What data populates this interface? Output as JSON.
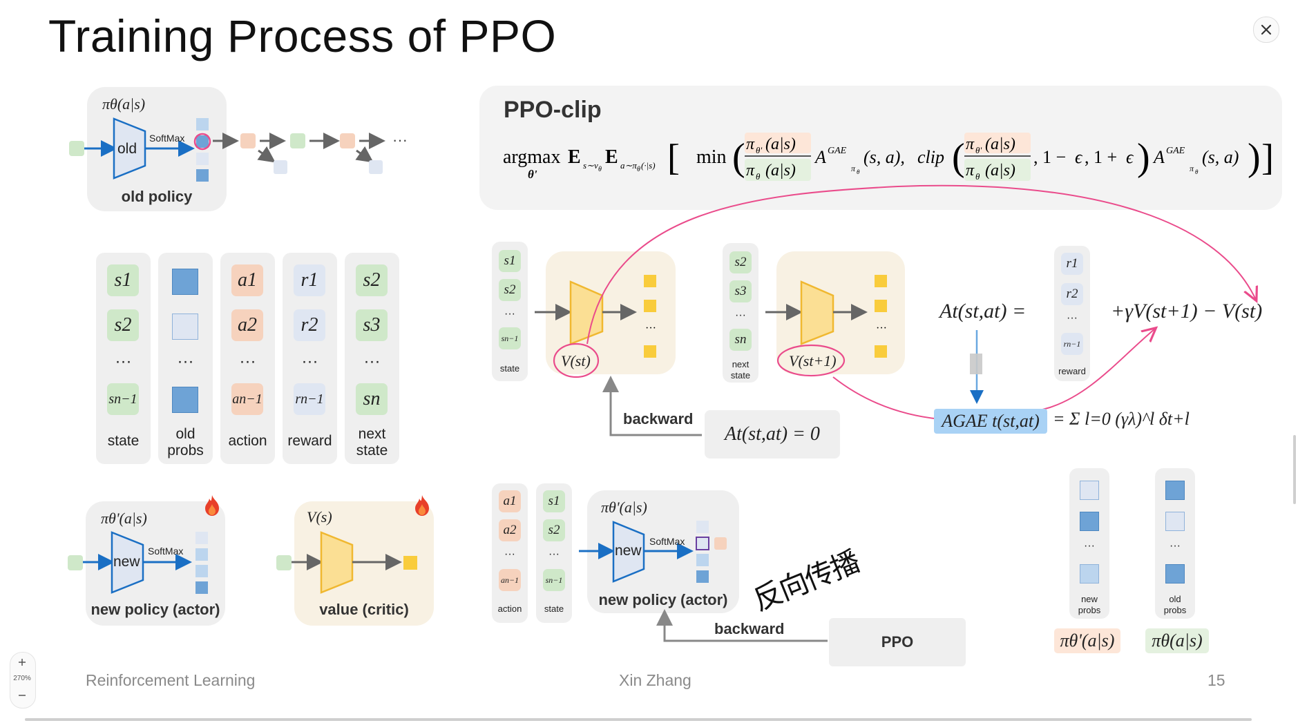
{
  "slide": {
    "title": "Training Process of PPO",
    "footer_left": "Reinforcement Learning",
    "footer_center": "Xin Zhang",
    "page_number": "15",
    "zoom_label": "270%"
  },
  "old_policy": {
    "formula": "πθ(a|s)",
    "block_label": "old",
    "softmax": "SoftMax",
    "caption": "old policy",
    "ellipsis": "···"
  },
  "buffer": {
    "state": {
      "items": [
        "s1",
        "s2",
        "···",
        "sn−1"
      ],
      "caption": "state"
    },
    "old_probs": {
      "ellipsis": "···",
      "caption_line1": "old",
      "caption_line2": "probs"
    },
    "action": {
      "items": [
        "a1",
        "a2",
        "···",
        "an−1"
      ],
      "caption": "action"
    },
    "reward": {
      "items": [
        "r1",
        "r2",
        "···",
        "rn−1"
      ],
      "caption": "reward"
    },
    "next_state": {
      "items": [
        "s2",
        "s3",
        "···",
        "sn"
      ],
      "caption_line1": "next",
      "caption_line2": "state"
    }
  },
  "new_policy": {
    "formula": "πθ'(a|s)",
    "block_label": "new",
    "softmax": "SoftMax",
    "caption": "new policy (actor)"
  },
  "critic": {
    "formula": "V(s)",
    "caption": "value (critic)"
  },
  "ppo_clip": {
    "heading": "PPO-clip",
    "formula": "argmax_θ' E_{s~vθ} E_{a~πθ(·|s)} [ min( πθ'(a|s)/πθ(a|s) · A^GAE_πθ(s,a), clip( πθ'(a|s)/πθ(a|s), 1−ϵ, 1+ϵ ) A^GAE_πθ(s,a) ) ]"
  },
  "value_update": {
    "state_items": [
      "s1",
      "s2",
      "···",
      "sn−1"
    ],
    "state_caption": "state",
    "vs": "V(st)",
    "next_items": [
      "s2",
      "s3",
      "···",
      "sn"
    ],
    "next_caption_line1": "next",
    "next_caption_line2": "state",
    "vs_next": "V(st+1)",
    "backward": "backward",
    "advantage_zero": "At(st,at) = 0",
    "advantage_lhs": "At(st,at) =",
    "reward_items": [
      "r1",
      "r2",
      "···",
      "rn−1"
    ],
    "reward_caption": "reward",
    "td_rhs": "+γV(st+1) − V(st)",
    "gae_lhs": "AGAE t(st,at)",
    "gae_rhs": "= Σ l=0 (γλ)^l δt+l"
  },
  "actor_update": {
    "action_items": [
      "a1",
      "a2",
      "···",
      "an−1"
    ],
    "action_caption": "action",
    "state_items": [
      "s1",
      "s2",
      "···",
      "sn−1"
    ],
    "state_caption": "state",
    "formula": "πθ'(a|s)",
    "block_label": "new",
    "softmax": "SoftMax",
    "caption": "new policy (actor)",
    "handwriting": "反向传播",
    "backward": "backward",
    "ppo_box": "PPO",
    "new_probs_ellipsis": "···",
    "new_probs_caption_line1": "new",
    "new_probs_caption_line2": "probs",
    "old_probs_ellipsis": "···",
    "old_probs_caption_line1": "old",
    "old_probs_caption_line2": "probs",
    "new_formula": "πθ'(a|s)",
    "old_formula": "πθ(a|s)"
  },
  "colors": {
    "green_token": "#cfe8c9",
    "orange_token": "#f6d2bd",
    "blue_token": "#dfe6f2",
    "blue_dark": "#6ea3d6",
    "blue_light": "#bcd5ee",
    "critic_yellow": "#fbdf94",
    "critic_bg": "#f8f1e3",
    "highlight_blue": "#a9d2f5",
    "pink_annotation": "#ea4b8b",
    "arrow_blue": "#1a6fc4"
  },
  "icons": [
    "close-icon",
    "fire-icon",
    "zoom-in-icon",
    "zoom-out-icon"
  ]
}
